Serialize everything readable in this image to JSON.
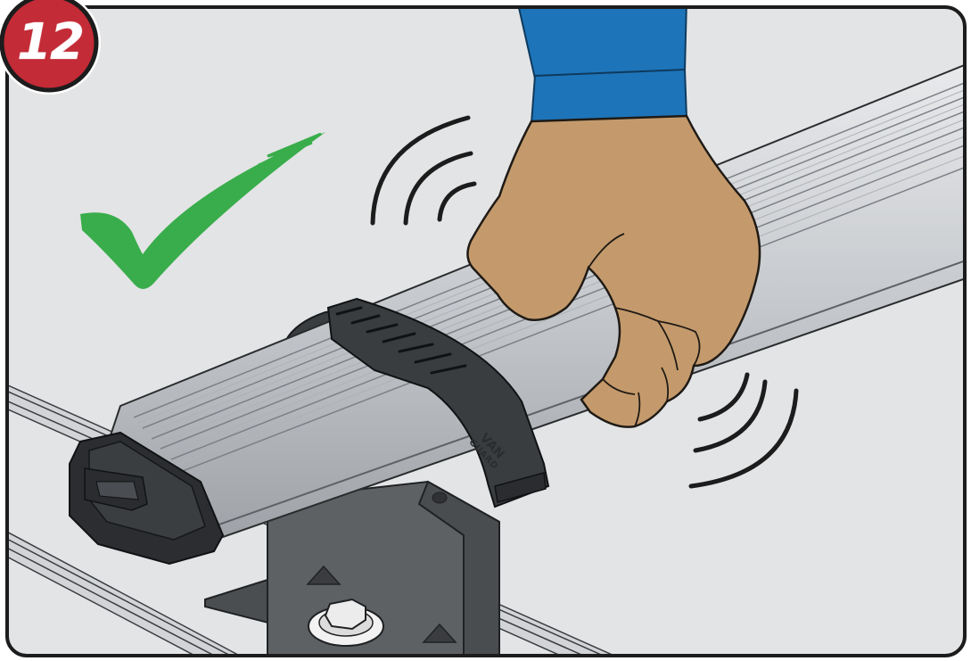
{
  "step": {
    "number": "12",
    "badge_color": "#c32b36"
  },
  "status": {
    "icon": "checkmark-icon",
    "color": "#39ad4b"
  },
  "brand": {
    "logo_line1": "VAN",
    "logo_line2": "GUARD"
  },
  "colors": {
    "background": "#e3e4e6",
    "sleeve": "#1e74b8",
    "skin": "#c49a6c",
    "rail": "#c9ccd0",
    "clamp": "#3a3d40",
    "foot": "#5e6164"
  },
  "icons": [
    "vibration-waves-icon",
    "checkmark-icon"
  ]
}
